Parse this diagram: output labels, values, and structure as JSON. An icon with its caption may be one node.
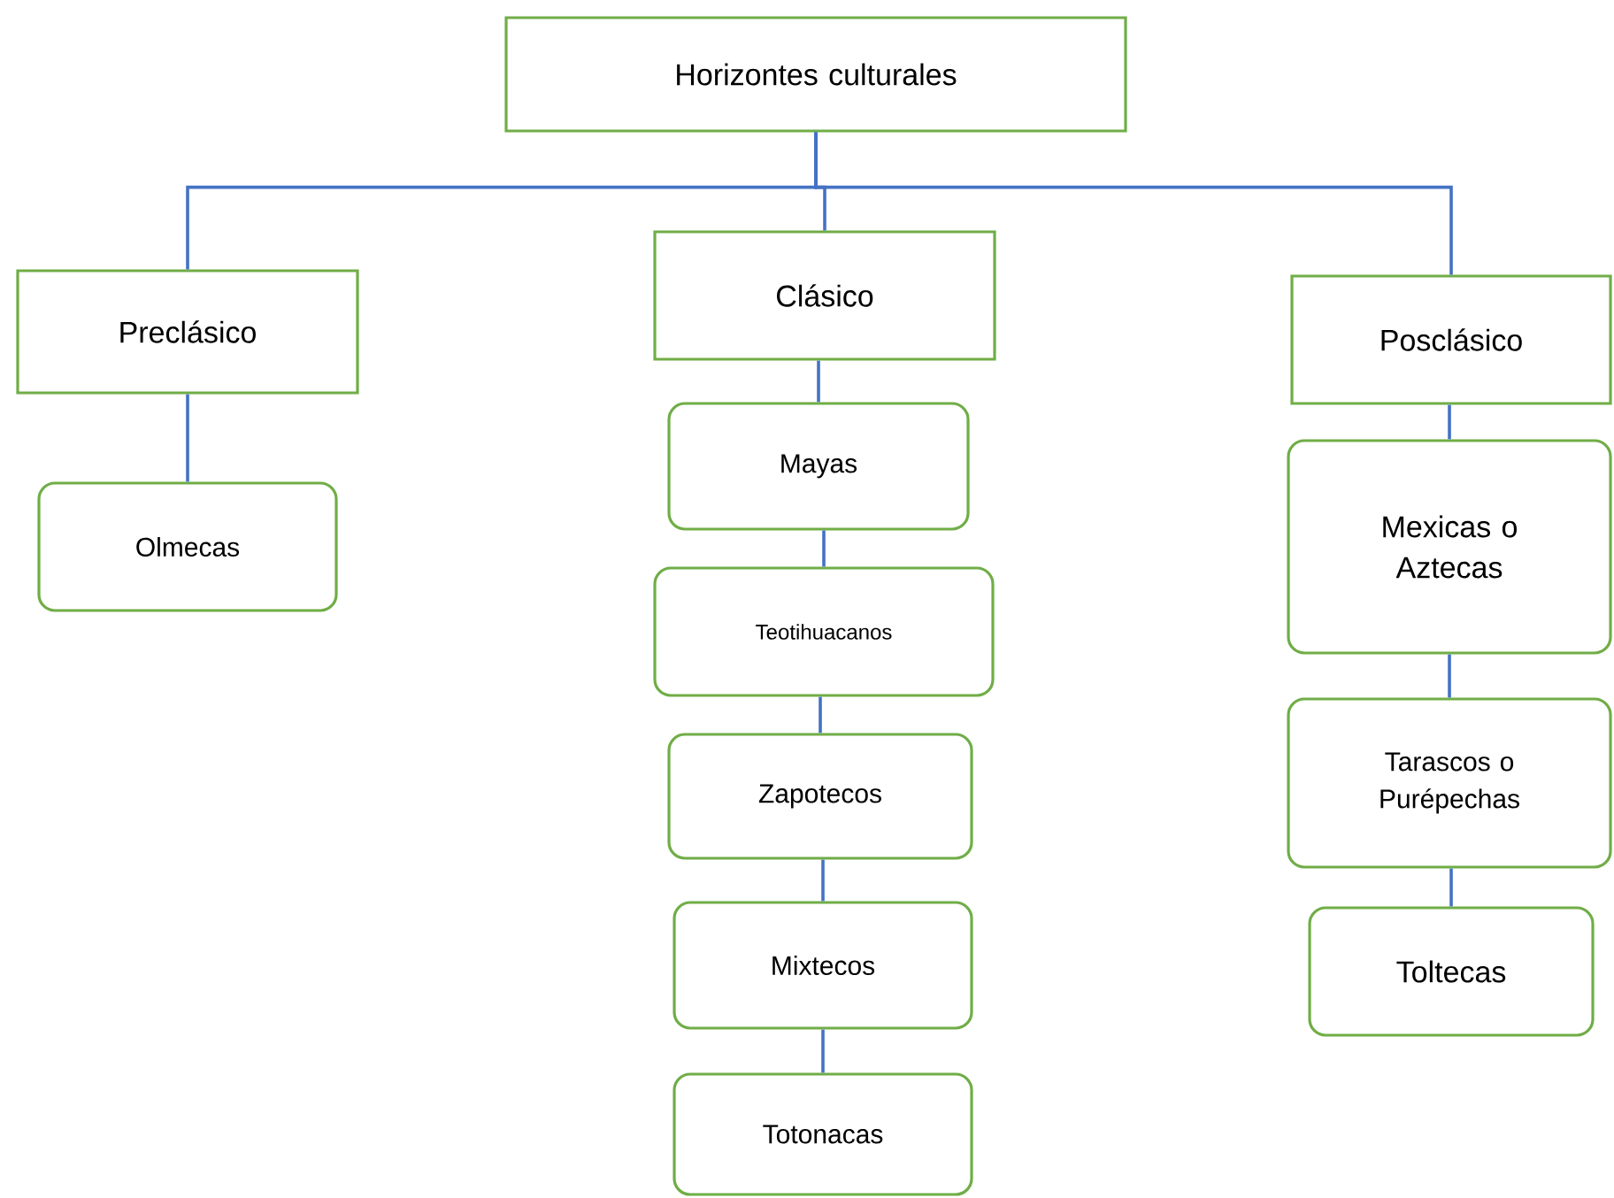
{
  "diagram": {
    "nodes": [
      {
        "text": [
          "Horizontes culturales"
        ]
      },
      {
        "text": [
          "Preclásico"
        ]
      },
      {
        "text": [
          "Clásico"
        ]
      },
      {
        "text": [
          "Posclásico"
        ]
      },
      {
        "text": [
          "Olmecas"
        ]
      },
      {
        "text": [
          "Mayas"
        ]
      },
      {
        "text": [
          "Teotihuacanos"
        ]
      },
      {
        "text": [
          "Zapotecos"
        ]
      },
      {
        "text": [
          "Mixtecos"
        ]
      },
      {
        "text": [
          "Totonacas"
        ]
      },
      {
        "text": [
          "Mexicas o Aztecas"
        ]
      },
      {
        "text": [
          "Tarascos o Purépechas"
        ]
      },
      {
        "text": [
          "Toltecas"
        ]
      }
    ],
    "edges": [
      {
        "from": 0,
        "to": 1,
        "arrow": "none"
      },
      {
        "from": 0,
        "to": 2,
        "arrow": "none"
      },
      {
        "from": 0,
        "to": 3,
        "arrow": "none"
      },
      {
        "from": 1,
        "to": 4,
        "arrow": "none"
      },
      {
        "from": 2,
        "to": 5,
        "arrow": "none"
      },
      {
        "from": 5,
        "to": 6,
        "arrow": "none"
      },
      {
        "from": 6,
        "to": 7,
        "arrow": "none"
      },
      {
        "from": 7,
        "to": 8,
        "arrow": "none"
      },
      {
        "from": 8,
        "to": 9,
        "arrow": "none"
      },
      {
        "from": 3,
        "to": 10,
        "arrow": "none"
      },
      {
        "from": 10,
        "to": 11,
        "arrow": "none"
      },
      {
        "from": 11,
        "to": 12,
        "arrow": "none"
      }
    ]
  }
}
